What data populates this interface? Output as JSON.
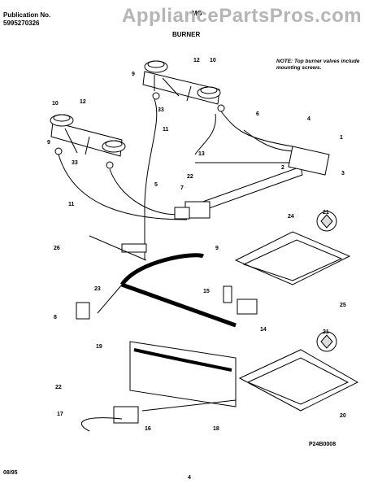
{
  "header": {
    "publication_label": "Publication No.",
    "publication_number": "5995270326",
    "section_title": "BURNER",
    "model_fragment": "MO"
  },
  "watermark": "AppliancePartsPros.com",
  "note": "NOTE: Top burner valves include mounting screws.",
  "footer": {
    "date": "08/95",
    "page_number": "4",
    "diagram_code": "P24B0008"
  },
  "callouts": [
    "1",
    "2",
    "3",
    "4",
    "5",
    "6",
    "7",
    "8",
    "9",
    "9",
    "9",
    "10",
    "10",
    "11",
    "11",
    "12",
    "12",
    "13",
    "14",
    "15",
    "16",
    "17",
    "18",
    "19",
    "20",
    "21",
    "21",
    "22",
    "22",
    "23",
    "24",
    "25",
    "26",
    "33",
    "33"
  ]
}
